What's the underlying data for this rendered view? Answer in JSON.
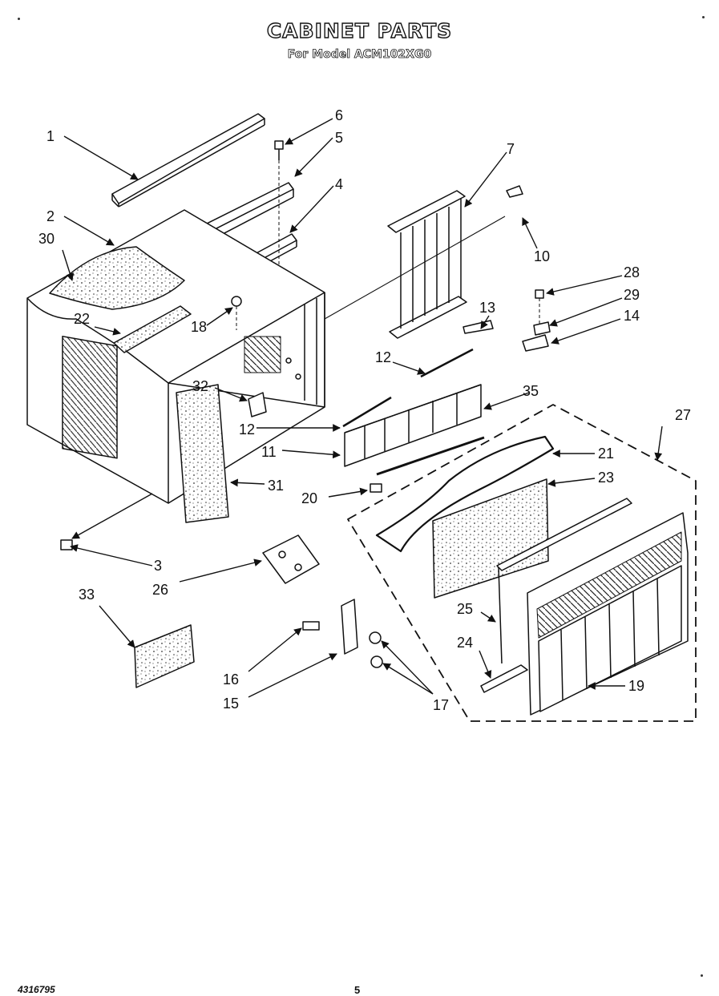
{
  "header": {
    "title": "CABINET PARTS",
    "subtitle": "For Model ACM102XG0"
  },
  "footer": {
    "doc_number": "4316795",
    "page_number": "5"
  },
  "callouts": {
    "c1": "1",
    "c2": "2",
    "c3": "3",
    "c4": "4",
    "c5": "5",
    "c6": "6",
    "c7": "7",
    "c10": "10",
    "c11": "11",
    "c12a": "12",
    "c12b": "12",
    "c13": "13",
    "c14": "14",
    "c15": "15",
    "c16": "16",
    "c17": "17",
    "c18": "18",
    "c19": "19",
    "c20": "20",
    "c21": "21",
    "c22": "22",
    "c23": "23",
    "c24": "24",
    "c25": "25",
    "c26": "26",
    "c27": "27",
    "c28": "28",
    "c29": "29",
    "c30": "30",
    "c31": "31",
    "c32": "32",
    "c33": "33",
    "c35": "35"
  }
}
